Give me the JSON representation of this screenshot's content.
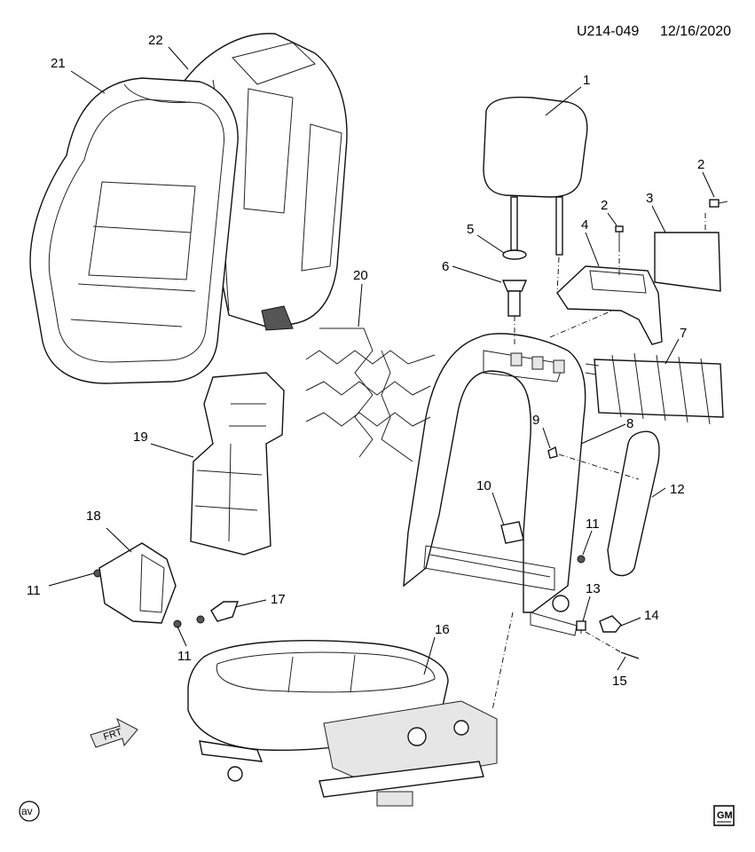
{
  "header": {
    "code": "U214-049",
    "date": "12/16/2020"
  },
  "callouts": [
    "1",
    "2",
    "2",
    "3",
    "4",
    "5",
    "6",
    "7",
    "8",
    "9",
    "10",
    "11",
    "11",
    "11",
    "12",
    "13",
    "14",
    "15",
    "16",
    "17",
    "18",
    "19",
    "20",
    "21",
    "22"
  ],
  "front_arrow": {
    "text": "FRT"
  },
  "corner_badge": {
    "text": "av"
  },
  "logo": {
    "text": "GM"
  },
  "colors": {
    "ink": "#000000",
    "paper": "#ffffff",
    "shade": "#e6e6e6"
  }
}
